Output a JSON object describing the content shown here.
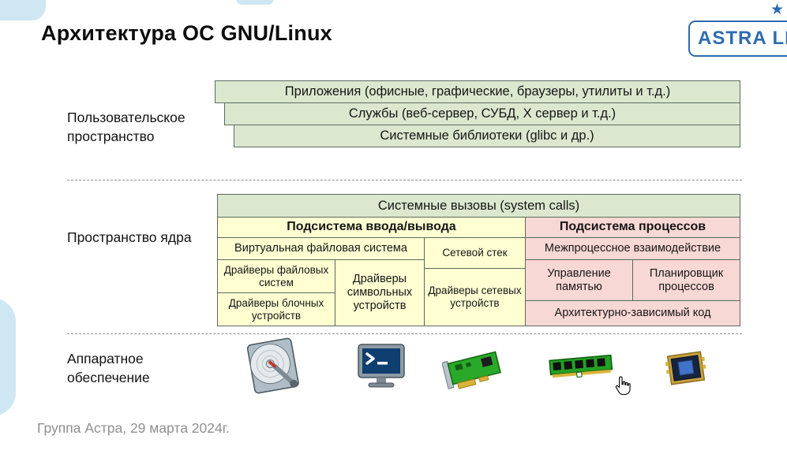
{
  "slide": {
    "title": "Архитектура ОС GNU/Linux",
    "footer": "Группа Астра, 29 марта 2024г."
  },
  "logo": {
    "text": "ASTRA LIN",
    "star": "★"
  },
  "zones": {
    "user_space_label": "Пользовательское пространство",
    "kernel_space_label": "Пространство ядра",
    "hardware_label": "Аппаратное обеспечение"
  },
  "user_space": {
    "rows": [
      "Приложения (офисные, графические, браузеры, утилиты и т.д.)",
      "Службы (веб-сервер, СУБД, X сервер и т.д.)",
      "Системные библиотеки (glibc и др.)"
    ]
  },
  "kernel_space": {
    "system_calls": "Системные вызовы (system calls)",
    "io_subsystem": {
      "title": "Подсистема ввода/вывода",
      "vfs": "Виртуальная файловая система",
      "network_stack": "Сетевой стек",
      "fs_drivers": "Драйверы файловых систем",
      "char_drivers": "Драйверы символьных устройств",
      "block_drivers": "Драйверы блочных устройств",
      "net_drivers": "Драйверы сетевых устройств"
    },
    "process_subsystem": {
      "title": "Подсистема процессов",
      "ipc": "Межпроцессное взаимодействие",
      "memory": "Управление памятью",
      "scheduler": "Планировщик процессов",
      "arch_code": "Архитектурно-зависимый код"
    }
  },
  "hardware": {
    "icons": [
      "hard-disk",
      "terminal-monitor",
      "network-card",
      "ram-module",
      "cpu-chip"
    ]
  },
  "colors": {
    "green": "#dbe8cf",
    "yellow": "#ffffd2",
    "pink": "#f8d8d4",
    "logo_blue": "#2f6bb0",
    "decoration_blue": "#cfe7f2",
    "border": "#5d6a5d"
  }
}
